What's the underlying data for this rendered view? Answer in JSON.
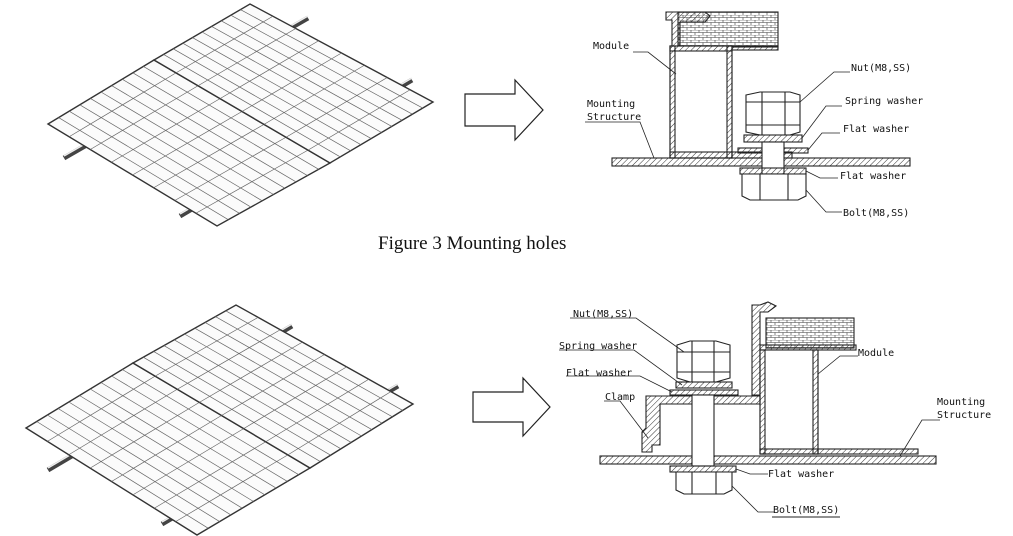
{
  "caption": "Figure 3 Mounting holes",
  "top_detail": {
    "module": "Module",
    "mounting_structure_line1": "Mounting",
    "mounting_structure_line2": "Structure",
    "nut": "Nut(M8,SS)",
    "spring_washer": "Spring washer",
    "flat_washer_upper": "Flat washer",
    "flat_washer_lower": "Flat washer",
    "bolt": "Bolt(M8,SS)"
  },
  "bottom_detail": {
    "nut": "Nut(M8,SS)",
    "spring_washer": "Spring washer",
    "flat_washer_upper": "Flat washer",
    "clamp": "Clamp",
    "module": "Module",
    "mounting_structure_line1": "Mounting",
    "mounting_structure_line2": "Structure",
    "flat_washer_lower": "Flat washer",
    "bolt": "Bolt(M8,SS)"
  }
}
